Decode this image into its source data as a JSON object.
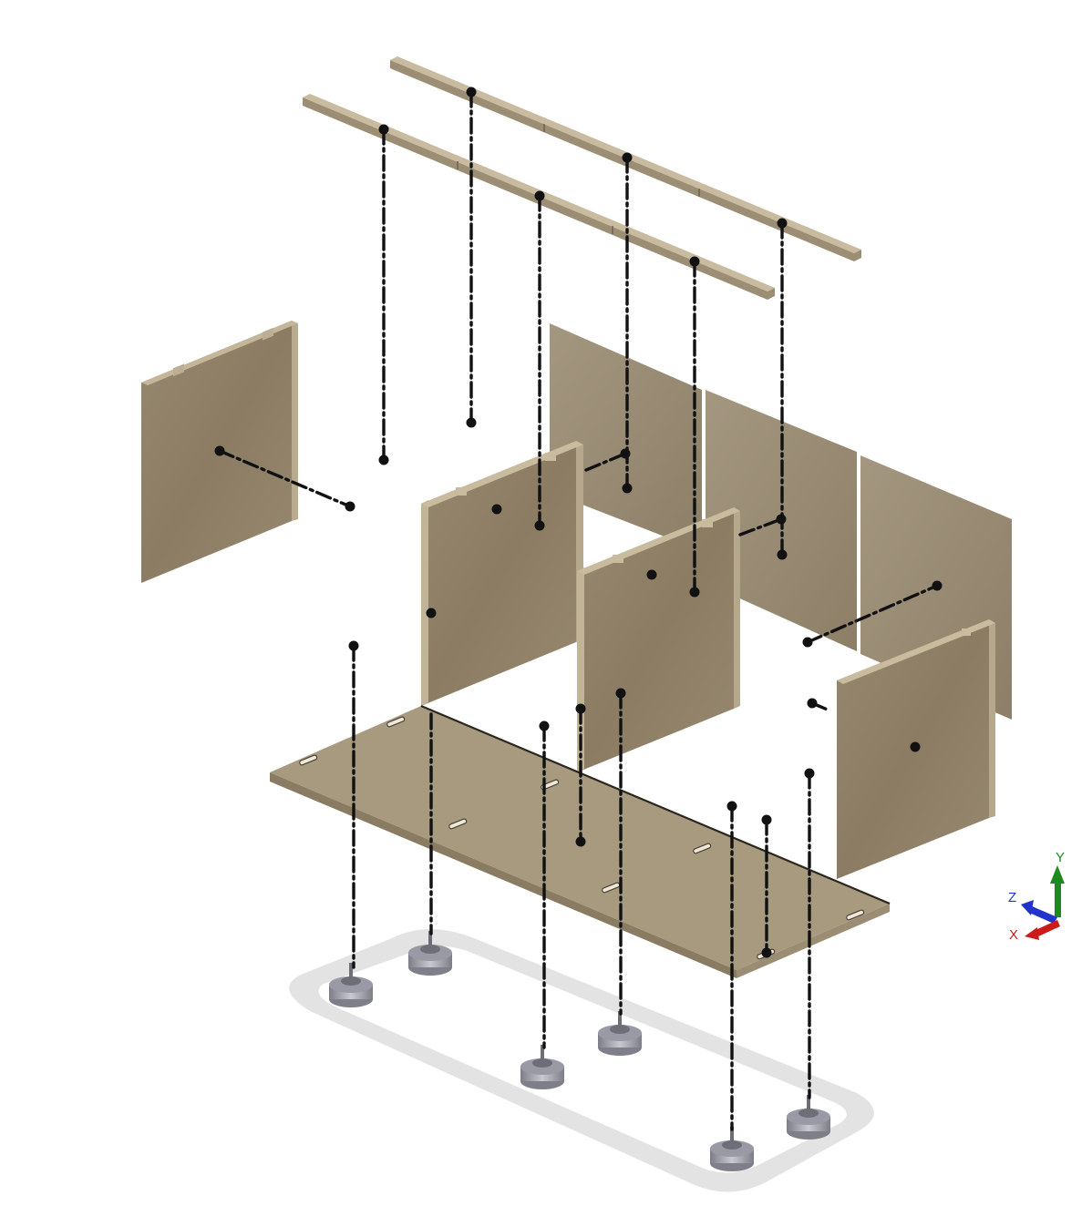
{
  "triad": {
    "y_label": "Y",
    "z_label": "Z",
    "x_label": "X",
    "y_color": "#1e8a1e",
    "z_color": "#2233cc",
    "x_color": "#cc1a1a"
  },
  "colors": {
    "wood": "#8f8068",
    "rail": "#c8bb9f",
    "explode_line": "#111111",
    "foot": "#8c8c96",
    "shadow": "#d9d9d9"
  }
}
